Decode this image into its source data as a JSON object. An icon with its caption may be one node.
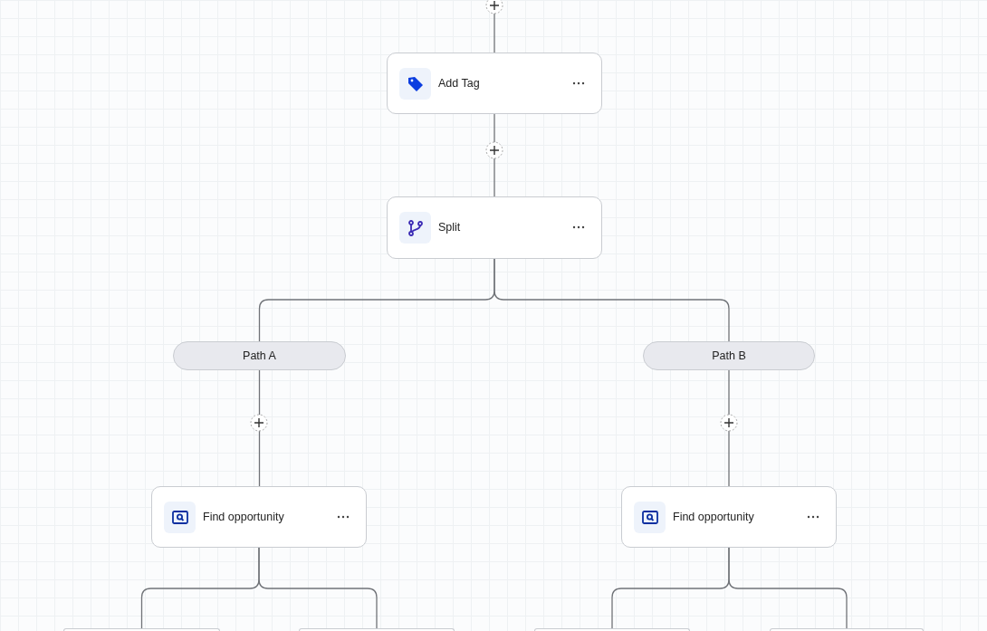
{
  "diagram": {
    "nodes": [
      {
        "text": [
          "Add Tag"
        ]
      },
      {
        "text": [
          "Split"
        ]
      },
      {
        "text": [
          "Path A"
        ]
      },
      {
        "text": [
          "Path B"
        ]
      },
      {
        "text": [
          "Find opportunity"
        ]
      },
      {
        "text": [
          "Find opportunity"
        ]
      },
      {
        "text": [],
        "shape": "box"
      },
      {
        "text": [],
        "shape": "box"
      },
      {
        "text": [],
        "shape": "box"
      },
      {
        "text": [],
        "shape": "box"
      }
    ],
    "edges": [
      {
        "from": null,
        "to": 0,
        "arrow": "none"
      },
      {
        "from": 0,
        "to": 1,
        "arrow": "none"
      },
      {
        "from": 1,
        "to": 2,
        "arrow": "none"
      },
      {
        "from": 1,
        "to": 3,
        "arrow": "none"
      },
      {
        "from": 2,
        "to": 4,
        "arrow": "none"
      },
      {
        "from": 3,
        "to": 5,
        "arrow": "none"
      },
      {
        "from": 4,
        "to": 6,
        "arrow": "none"
      },
      {
        "from": 4,
        "to": 7,
        "arrow": "none"
      },
      {
        "from": 5,
        "to": 8,
        "arrow": "none"
      },
      {
        "from": 5,
        "to": 9,
        "arrow": "none"
      }
    ]
  }
}
